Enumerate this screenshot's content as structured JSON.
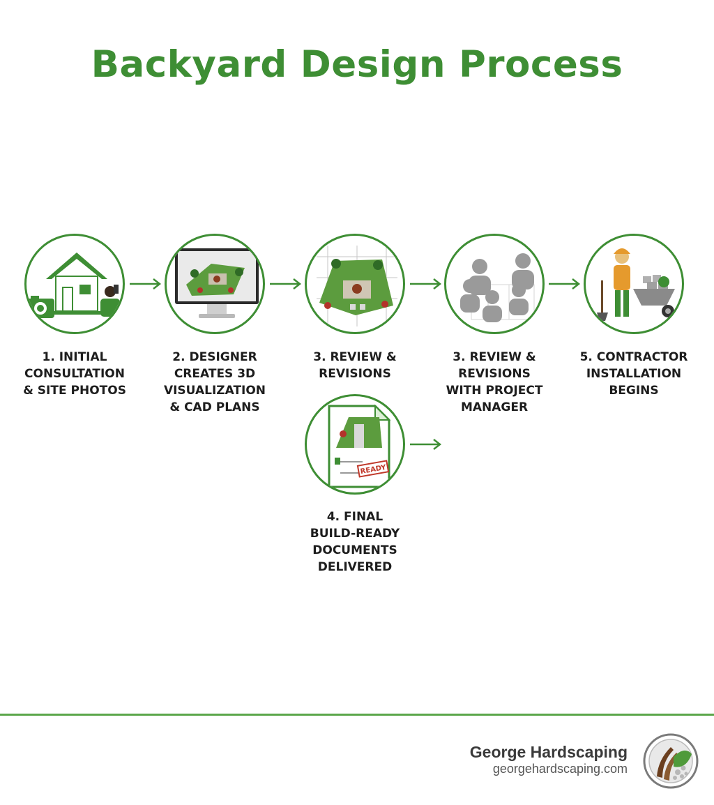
{
  "title": "Backyard Design Process",
  "colors": {
    "accent": "#3e8e34",
    "text": "#1d1d1d"
  },
  "steps": [
    {
      "lines": [
        "1. INITIAL",
        "CONSULTATION",
        "& SITE PHOTOS"
      ],
      "icon": "house-camera-icon"
    },
    {
      "lines": [
        "2. DESIGNER",
        "CREATES 3D",
        "VISUALIZATION",
        "& CAD PLANS"
      ],
      "icon": "monitor-3d-garden-icon"
    },
    {
      "lines": [
        "3. REVIEW &",
        "REVISIONS"
      ],
      "icon": "garden-plan-icon"
    },
    {
      "lines": [
        "3. REVIEW &",
        "REVISIONS",
        "WITH PROJECT",
        "MANAGER"
      ],
      "icon": "team-meeting-icon"
    },
    {
      "lines": [
        "5. CONTRACTOR",
        "INSTALLATION",
        "BEGINS"
      ],
      "icon": "worker-wheelbarrow-icon"
    },
    {
      "lines": [
        "4. FINAL",
        "BUILD-READY",
        "DOCUMENTS",
        "DELIVERED"
      ],
      "icon": "ready-document-icon",
      "stamp": "READY"
    }
  ],
  "footer": {
    "company": "George Hardscaping",
    "url": "georgehardscaping.com"
  }
}
